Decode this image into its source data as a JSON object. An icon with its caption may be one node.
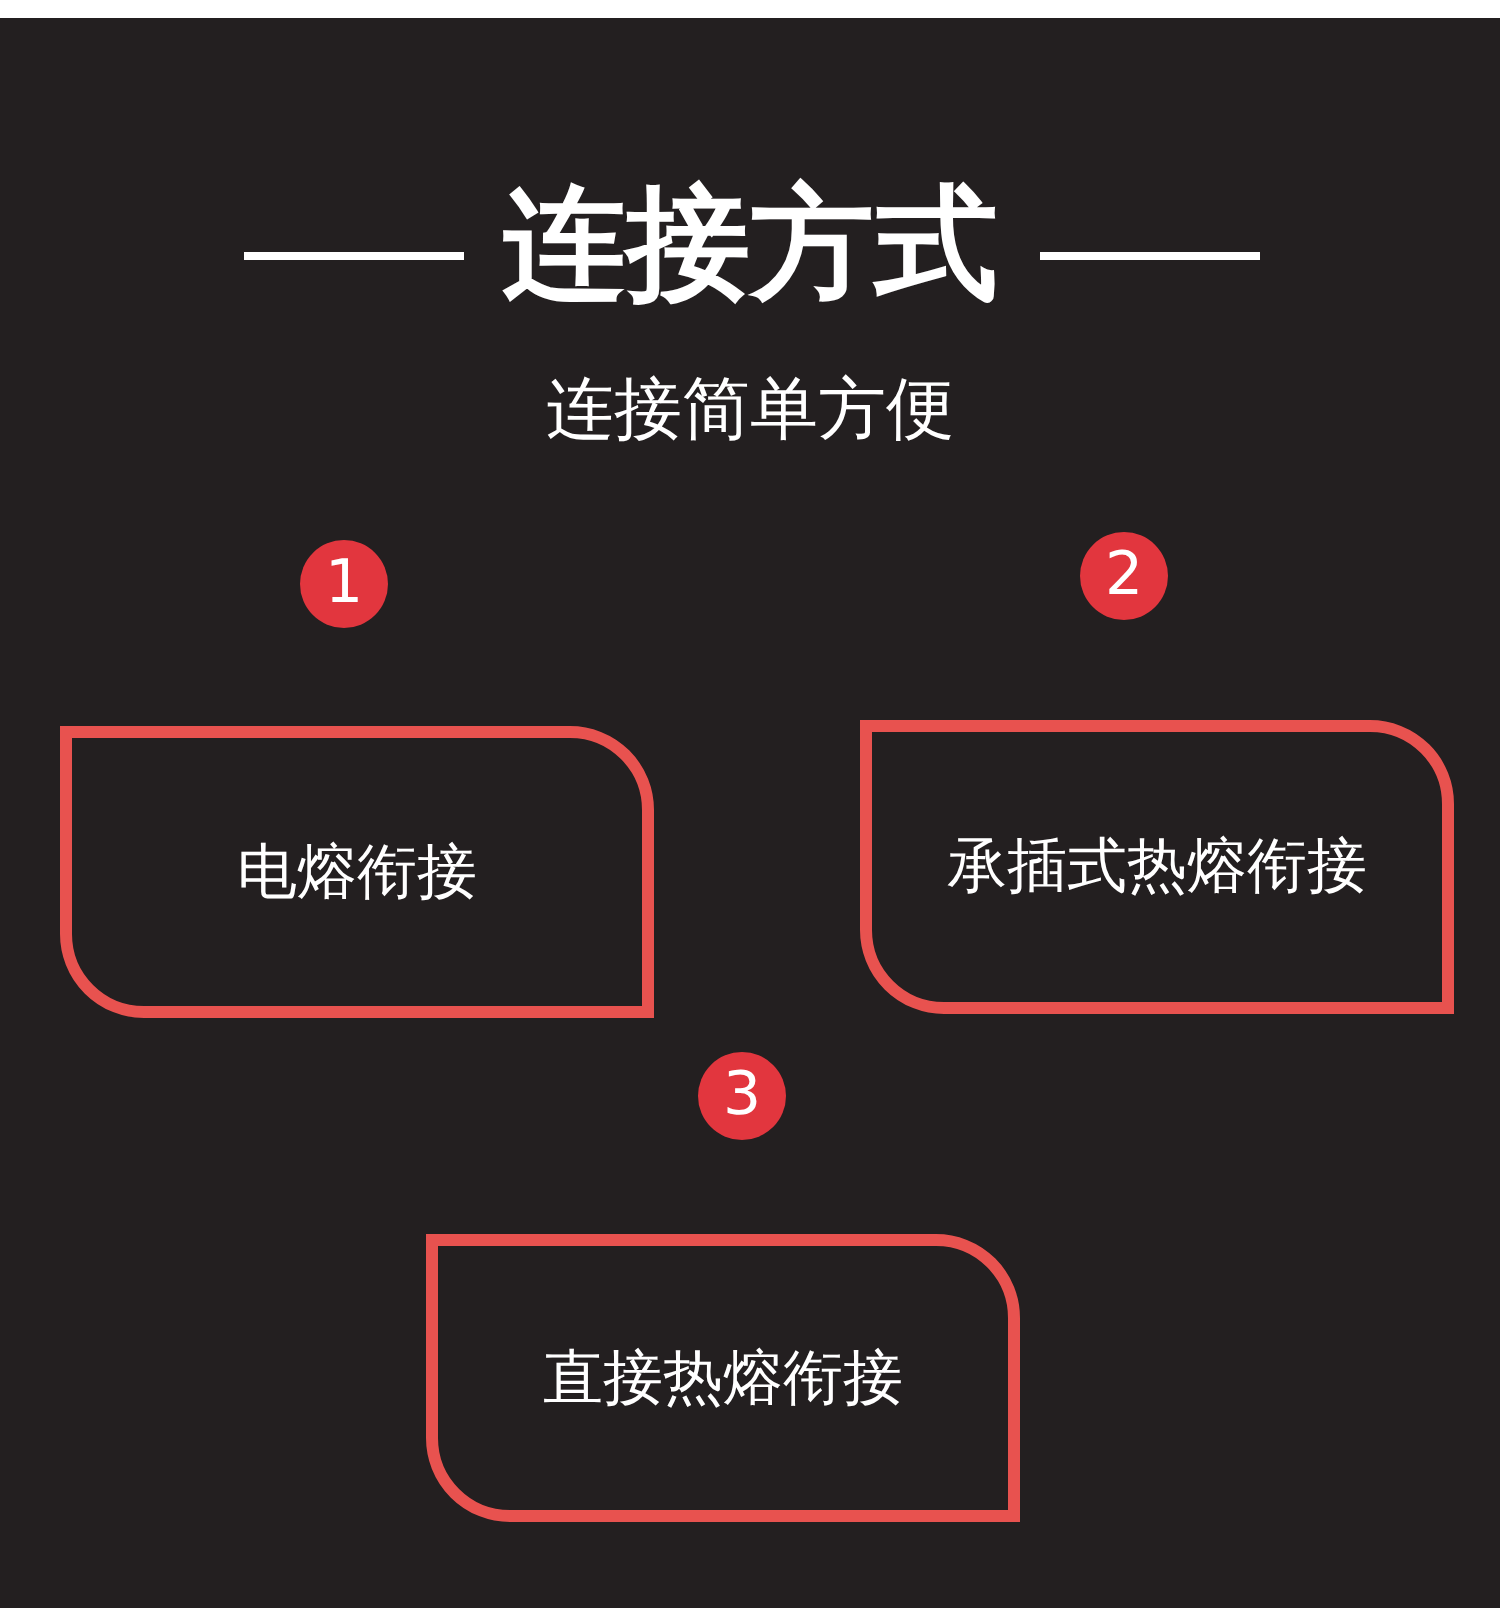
{
  "diagram": {
    "title": "连接方式",
    "nodes": [
      {
        "text": [
          "1"
        ]
      },
      {
        "text": [
          "2"
        ]
      },
      {
        "text": [
          "电熔衔接"
        ]
      },
      {
        "text": [
          "承插式热熔衔接"
        ]
      },
      {
        "text": [
          "3"
        ]
      },
      {
        "text": [
          "直接热熔衔接"
        ]
      }
    ],
    "labels": [
      "连接简单方便"
    ]
  }
}
